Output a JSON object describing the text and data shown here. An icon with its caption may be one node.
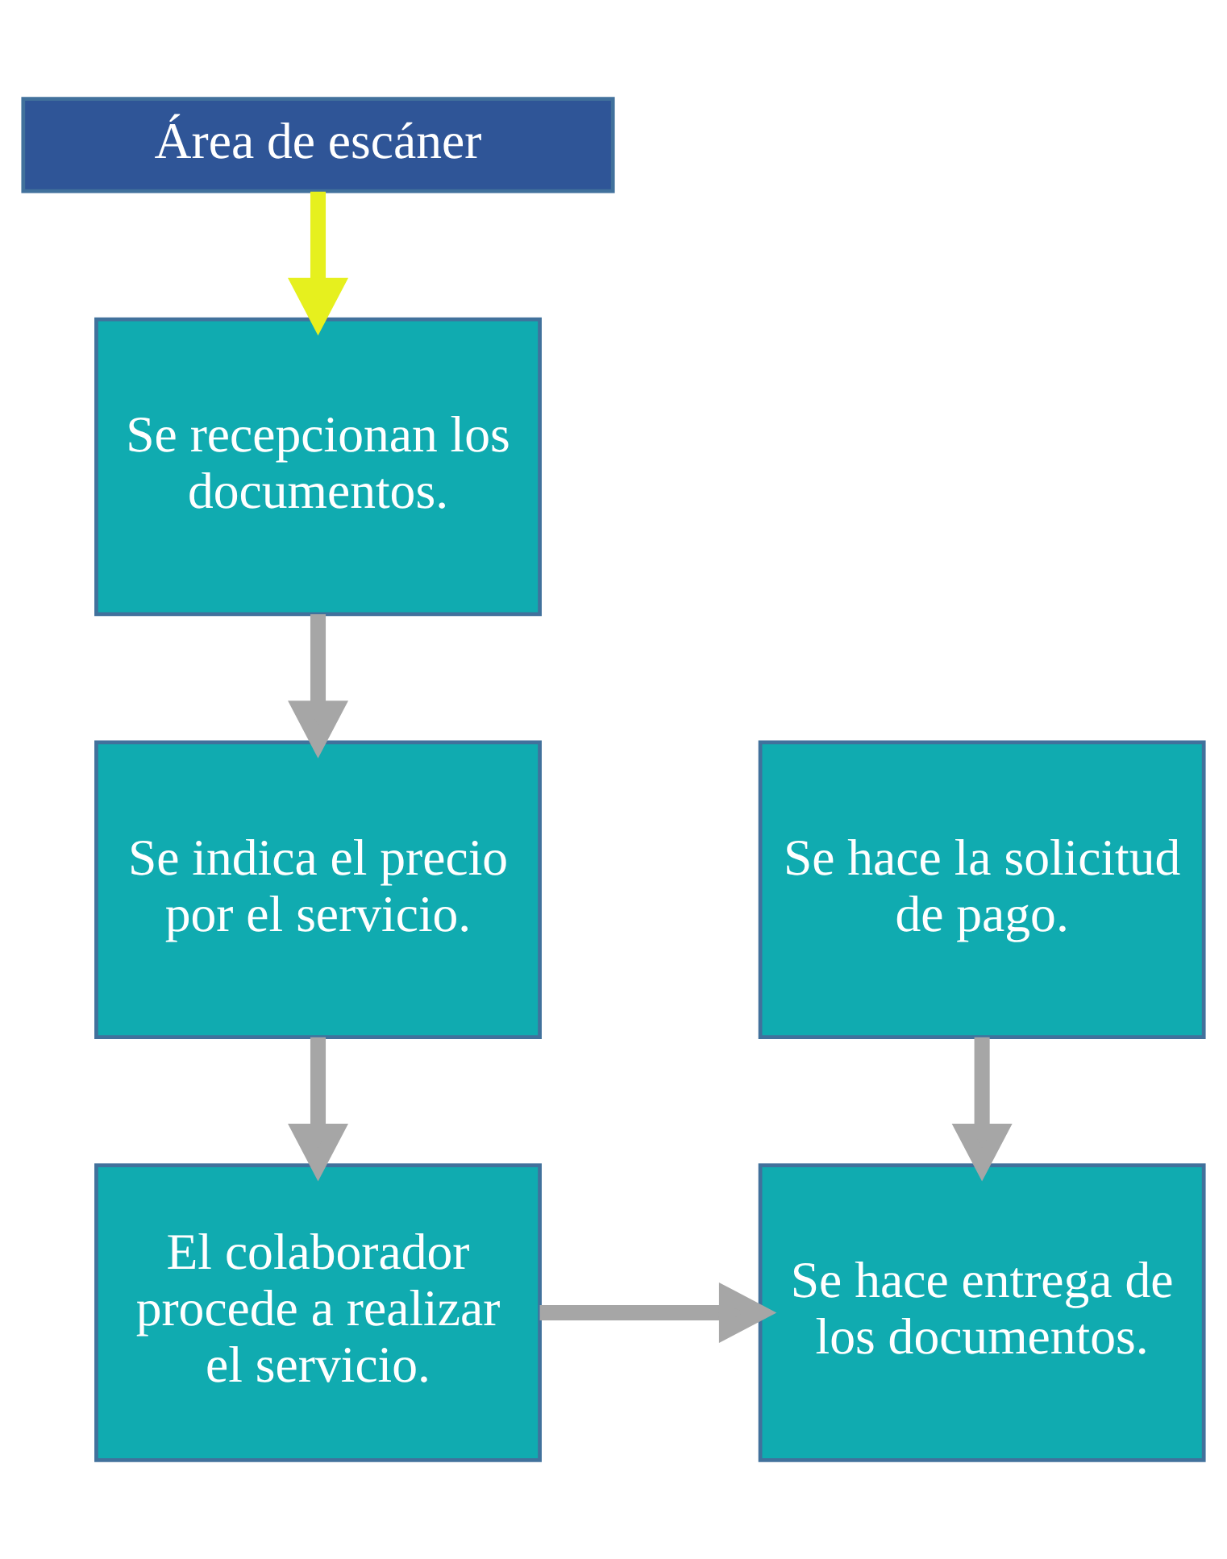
{
  "diagram": {
    "nodes": [
      {
        "text": [
          "Área de escáner"
        ]
      },
      {
        "text": [
          "Se recepcionan los documentos."
        ]
      },
      {
        "text": [
          "Se indica el precio por el servicio."
        ]
      },
      {
        "text": [
          "El colaborador procede a realizar el servicio."
        ]
      },
      {
        "text": [
          "Se hace entrega de los documentos."
        ]
      },
      {
        "text": [
          "Se hace la solicitud de pago."
        ]
      }
    ],
    "edges": [
      {
        "from": 0,
        "to": 1,
        "arrow": "to",
        "color": "#e6f01e"
      },
      {
        "from": 1,
        "to": 2,
        "arrow": "to"
      },
      {
        "from": 2,
        "to": 3,
        "arrow": "to"
      },
      {
        "from": 3,
        "to": 4,
        "arrow": "to"
      },
      {
        "from": 5,
        "to": 4,
        "arrow": "to"
      }
    ]
  }
}
